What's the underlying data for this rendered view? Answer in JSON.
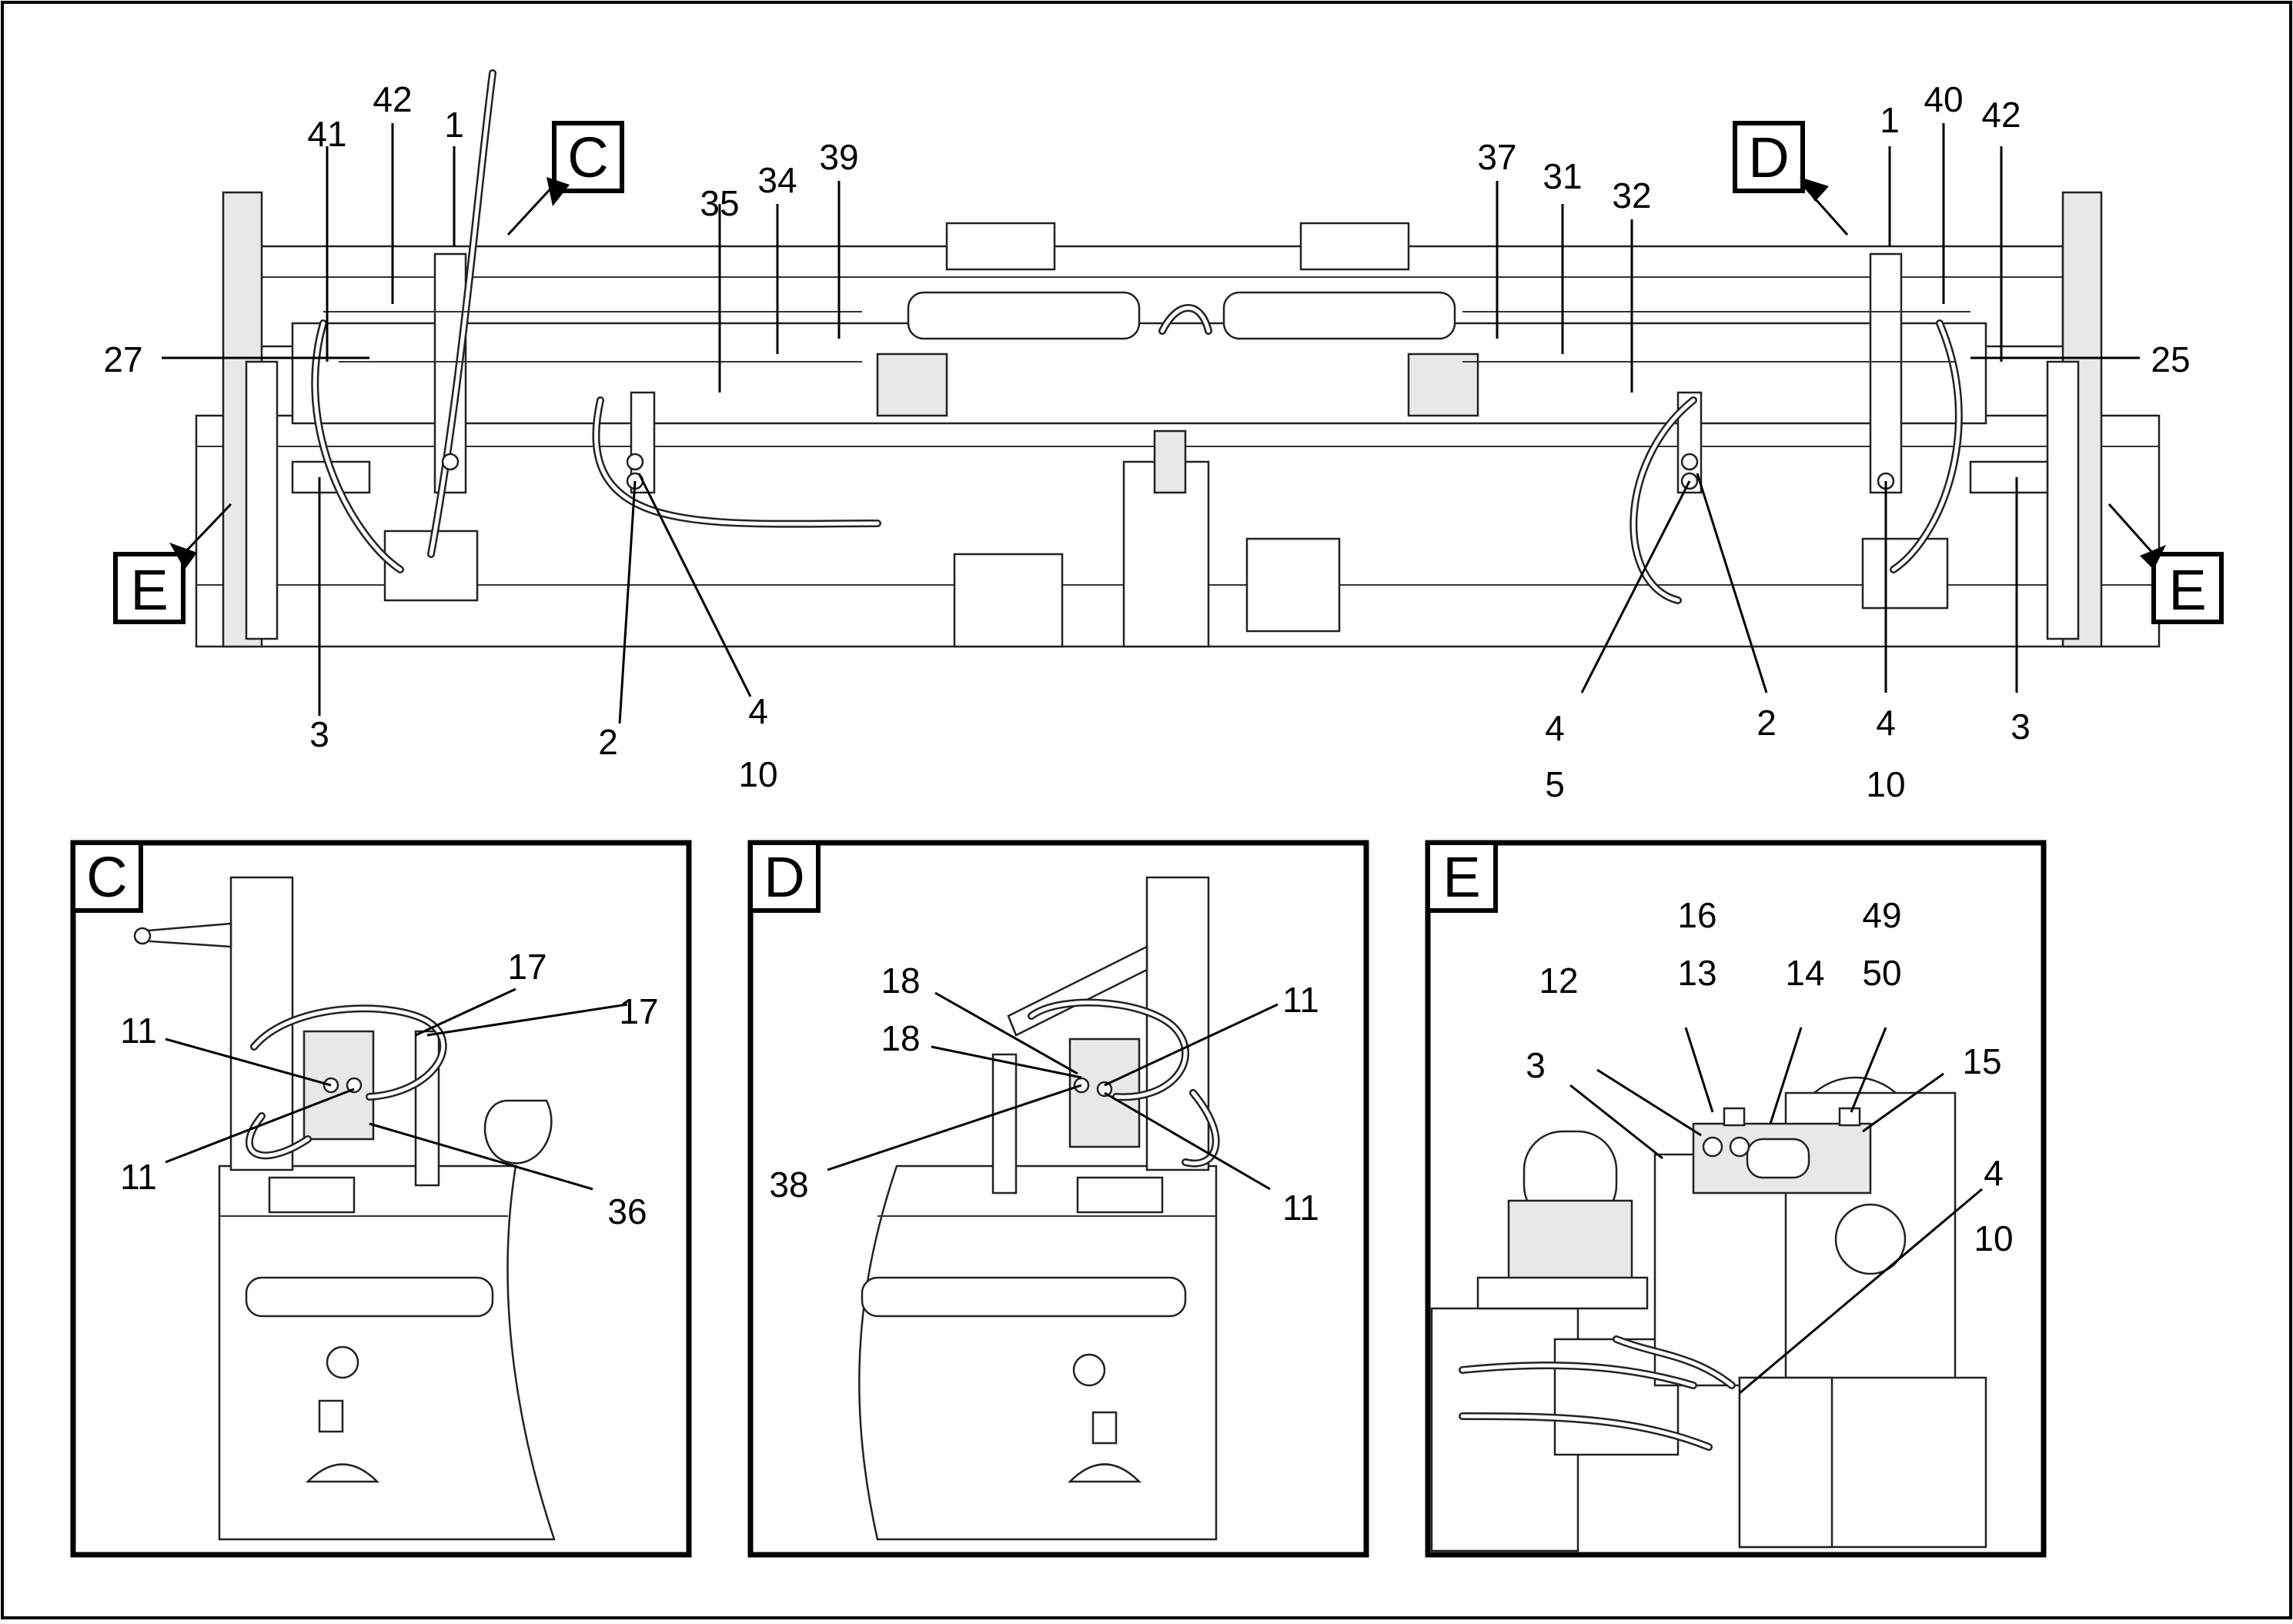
{
  "top_view": {
    "view_tags": [
      "C",
      "D",
      "E",
      "E"
    ],
    "callouts": [
      "41",
      "42",
      "1",
      "27",
      "3",
      "2",
      "4",
      "10",
      "35",
      "34",
      "39",
      "37",
      "31",
      "32",
      "1",
      "40",
      "42",
      "25",
      "4",
      "5",
      "2",
      "4",
      "10",
      "3"
    ]
  },
  "detail_c": {
    "tag": "C",
    "callouts": [
      "17",
      "17",
      "11",
      "11",
      "36"
    ]
  },
  "detail_d": {
    "tag": "D",
    "callouts": [
      "18",
      "18",
      "11",
      "38",
      "11"
    ]
  },
  "detail_e": {
    "tag": "E",
    "callouts": [
      "16",
      "49",
      "12",
      "13",
      "14",
      "50",
      "3",
      "15",
      "4",
      "10"
    ]
  }
}
